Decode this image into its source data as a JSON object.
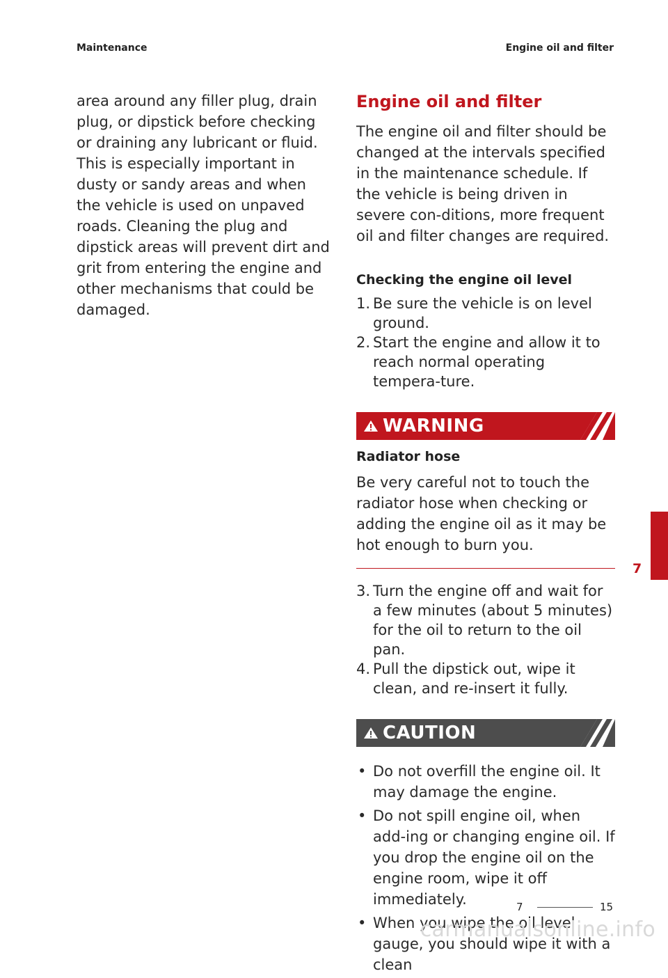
{
  "header": {
    "left": "Maintenance",
    "right": "Engine oil and filter"
  },
  "left_column": {
    "text": "area around any filler plug, drain plug, or dipstick before checking or draining any lubricant or fluid. This is especially important in dusty or sandy areas and when the vehicle is used on unpaved roads. Cleaning the plug and dipstick areas will prevent dirt and grit from entering the engine and other mechanisms that could be damaged."
  },
  "section": {
    "title": "Engine oil and filter",
    "intro": "The engine oil and filter should be changed at the intervals specified in the maintenance schedule. If the vehicle is being driven in severe con-ditions, more frequent oil and filter changes are required.",
    "subheading": "Checking the engine oil level",
    "steps_a": [
      {
        "num": "1.",
        "text": "Be sure the vehicle is on level ground."
      },
      {
        "num": "2.",
        "text": "Start the engine and allow it to reach normal operating tempera-ture."
      }
    ],
    "warning": {
      "label": "WARNING",
      "title": "Radiator hose",
      "text": "Be very careful not to touch the radiator hose when checking or adding the engine oil as it may be hot enough to burn you.",
      "color": "#c0161e"
    },
    "steps_b": [
      {
        "num": "3.",
        "text": "Turn the engine off and wait for a few minutes (about 5 minutes) for the oil to return to the oil pan."
      },
      {
        "num": "4.",
        "text": "Pull the dipstick out, wipe it clean, and re-insert it fully."
      }
    ],
    "caution": {
      "label": "CAUTION",
      "color": "#4d4d4d",
      "bullets": [
        "Do not overfill the engine oil. It may damage the engine.",
        "Do not spill engine oil, when add-ing or changing engine oil. If you drop the engine oil on the engine room, wipe it off immediately.",
        "When you wipe the oil level gauge, you should wipe it with a clean"
      ]
    }
  },
  "side_tab": {
    "number": "7",
    "color": "#c0161e"
  },
  "footer": {
    "chapter": "7",
    "page": "15"
  },
  "watermark": "carmanualsonline.info",
  "icons": {
    "warning_icon": "warning-triangle-icon",
    "caution_icon": "warning-triangle-icon"
  }
}
